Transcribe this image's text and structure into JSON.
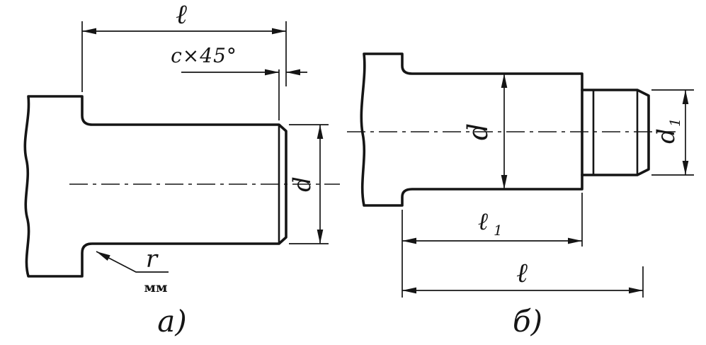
{
  "figure": {
    "ink": "#151515",
    "paper": "#ffffff",
    "left": {
      "caption": "а)",
      "dim_length": "ℓ",
      "dim_chamfer": "c×45°",
      "dim_diameter": "d",
      "dim_radius": "r",
      "radius_unit": "мм"
    },
    "right": {
      "caption": "б)",
      "dim_diameter": "d",
      "dim_diameter2": "d",
      "dim_diameter2_sub": "1",
      "dim_length1": "ℓ",
      "dim_length1_sub": "1",
      "dim_length_total": "ℓ"
    }
  }
}
